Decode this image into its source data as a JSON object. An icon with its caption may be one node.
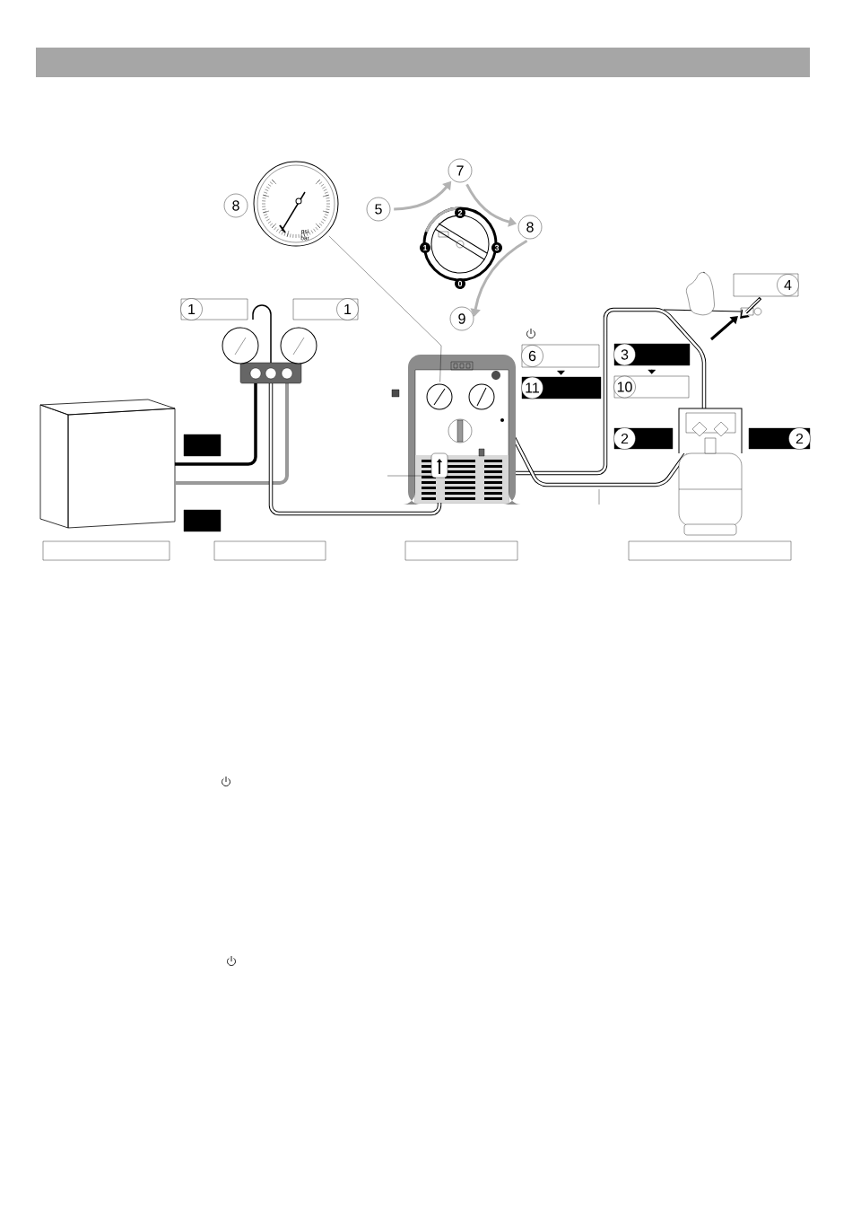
{
  "diagram": {
    "nodes": [
      {
        "text": [
          "1"
        ]
      },
      {
        "text": [
          "1"
        ]
      },
      {
        "text": [
          "2"
        ]
      },
      {
        "text": [
          "2"
        ]
      },
      {
        "text": [
          "3"
        ]
      },
      {
        "text": [
          "4"
        ]
      },
      {
        "text": [
          "5"
        ]
      },
      {
        "text": [
          "6"
        ]
      },
      {
        "text": [
          "7"
        ]
      },
      {
        "text": [
          "8"
        ]
      },
      {
        "text": [
          "9"
        ]
      },
      {
        "text": [
          "10"
        ]
      },
      {
        "text": [
          "11"
        ]
      },
      {
        "text": [
          "8"
        ]
      },
      {
        "text": [],
        "shape": "gauge"
      },
      {
        "text": [],
        "shape": "circle"
      },
      {
        "text": [],
        "shape": "box"
      },
      {
        "text": [],
        "shape": "box"
      },
      {
        "text": [],
        "shape": "box"
      },
      {
        "text": [],
        "shape": "box"
      },
      {
        "text": [],
        "shape": "box"
      },
      {
        "text": [],
        "shape": "box"
      }
    ],
    "edges": [
      {
        "from": 6,
        "to": 8,
        "arrow": "to",
        "style": "thick",
        "color": "#b3b3b3"
      },
      {
        "from": 8,
        "to": 9,
        "arrow": "to",
        "style": "thick",
        "color": "#b3b3b3"
      },
      {
        "from": 9,
        "to": 10,
        "arrow": "to",
        "style": "thick",
        "color": "#b3b3b3"
      },
      {
        "from": 7,
        "to": 12,
        "arrow": "to",
        "color": "#000000"
      },
      {
        "from": 4,
        "to": 11,
        "arrow": "to",
        "color": "#000000"
      },
      {
        "from": 14,
        "to": 15,
        "arrow": "none",
        "color": "#000000"
      }
    ],
    "labels": [
      "psi",
      "bar",
      "2",
      "1",
      "3",
      "0"
    ]
  }
}
